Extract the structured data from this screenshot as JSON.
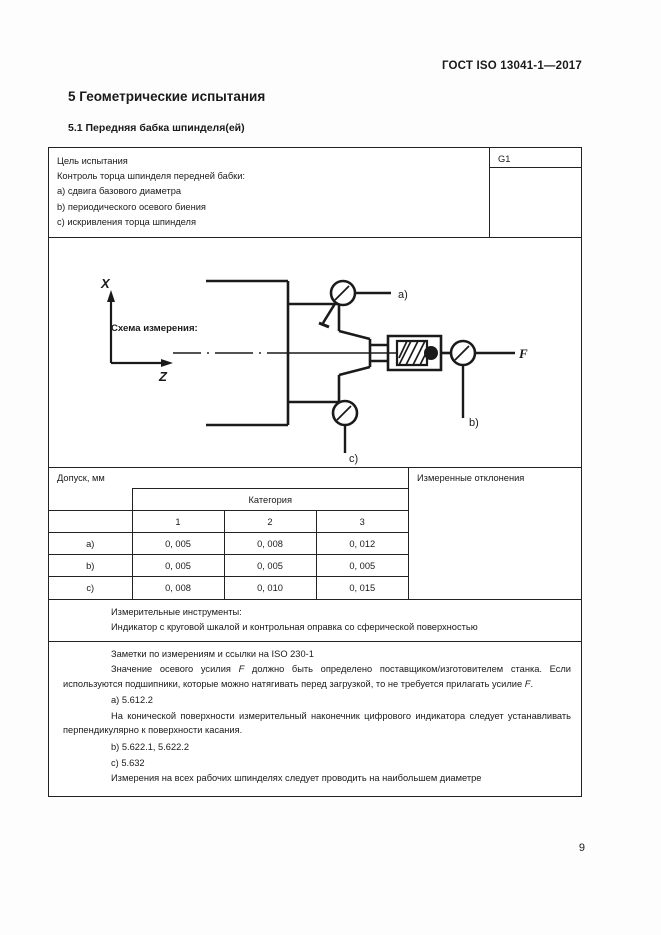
{
  "header": {
    "standard": "ГОСТ ISO 13041-1—2017",
    "section_title": "5 Геометрические испытания",
    "subsection_title": "5.1 Передняя бабка шпинделя(ей)"
  },
  "purpose": {
    "title": "Цель испытания",
    "intro": "Контроль торца шпинделя передней бабки:",
    "items": [
      "a) сдвига базового диаметра",
      "b) периодического осевого биения",
      "c) искривления торца шпинделя"
    ],
    "code": "G1"
  },
  "diagram": {
    "title": "Схема измерения:",
    "axis_x": "X",
    "axis_z": "Z",
    "force_label": "F",
    "callout_a": "a)",
    "callout_b": "b)",
    "callout_c": "c)"
  },
  "tolerance": {
    "header": "Допуск, мм",
    "category_header": "Категория",
    "category_columns": [
      "1",
      "2",
      "3"
    ],
    "rows": [
      {
        "label": "a)",
        "values": [
          "0, 005",
          "0, 008",
          "0, 012"
        ]
      },
      {
        "label": "b)",
        "values": [
          "0, 005",
          "0, 005",
          "0, 005"
        ]
      },
      {
        "label": "c)",
        "values": [
          "0, 008",
          "0, 010",
          "0, 015"
        ]
      }
    ],
    "measured_header": "Измеренные отклонения"
  },
  "instruments": {
    "title": "Измерительные инструменты:",
    "text": "Индикатор с круговой шкалой и контрольная оправка со сферической поверхностью"
  },
  "notes": {
    "title": "Заметки по измерениям и ссылки на ISO 230-1",
    "paragraph_1_part1": "Значение осевого усилия ",
    "paragraph_1_f1": "F",
    "paragraph_1_part2": " должно быть определено поставщиком/изготовителем станка. Если используются подшипники, которые можно натягивать перед загрузкой, то не требуется прилагать усилие ",
    "paragraph_1_f2": "F",
    "paragraph_1_part3": ".",
    "ref_a": "a) 5.612.2",
    "paragraph_2": "На конической поверхности измерительный наконечник цифрового индикатора следует устанавливать перпендикулярно к поверхности касания.",
    "ref_b": "b) 5.622.1, 5.622.2",
    "ref_c": "c) 5.632",
    "paragraph_3": "Измерения на всех рабочих шпинделях следует проводить на наибольшем диаметре"
  },
  "footer": {
    "page_number": "9"
  }
}
